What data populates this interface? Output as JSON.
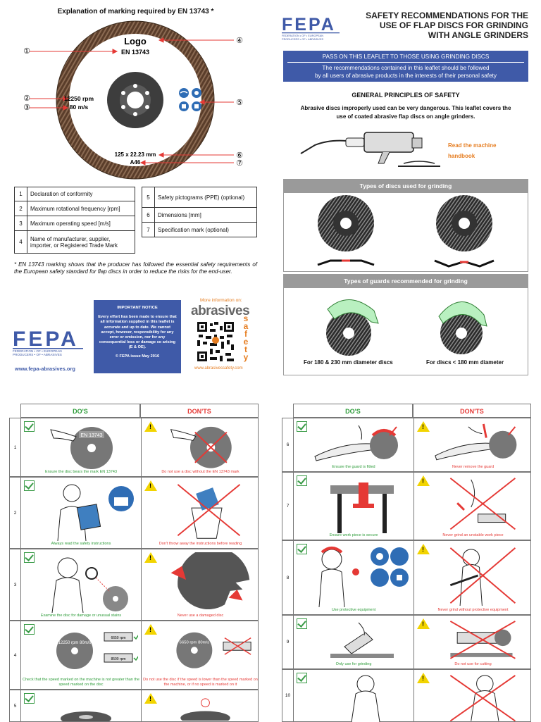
{
  "left_top": {
    "title": "Explanation of marking required by EN 13743 *",
    "disc_logo": "Logo",
    "disc_en": "EN 13743",
    "disc_rpm": "12250 rpm",
    "disc_speed": "80 m/s",
    "disc_dim": "125 x 22.23 mm",
    "disc_spec": "A46",
    "callouts": [
      "①",
      "②",
      "③",
      "④",
      "⑤",
      "⑥",
      "⑦"
    ],
    "legend": [
      {
        "n": "1",
        "text": "Declaration of conformity"
      },
      {
        "n": "2",
        "text": "Maximum rotational frequency [rpm]"
      },
      {
        "n": "3",
        "text": "Maximum operating speed [m/s]"
      },
      {
        "n": "4",
        "text": "Name of manufacturer, supplier, importer, or Registered Trade Mark"
      },
      {
        "n": "5",
        "text": "Safety pictograms (PPE) (optional)"
      },
      {
        "n": "6",
        "text": "Dimensions [mm]"
      },
      {
        "n": "7",
        "text": "Specification mark (optional)"
      }
    ],
    "footnote": "* EN 13743 marking shows that the producer has followed the essential safety requirements of the European safety standard for flap discs in order to reduce the risks for the end-user."
  },
  "fepa": {
    "logo_text": "FEPA",
    "sub1": "FEDERATION • OF • EUROPEAN",
    "sub2": "PRODUCERS • OF • ABRASIVES",
    "website": "www.fepa-abrasives.org"
  },
  "notice": {
    "title": "IMPORTANT NOTICE",
    "body": "Every effort has been made to ensure that all information supplied in this leaflet is accurate and up to date. We cannot accept, however, responsibility for any error or omission, nor for any consequential loss or damage so arising (E & OE).",
    "issue": "© FEPA issue May 2016"
  },
  "abrasives_safety": {
    "more_info": "More information on:",
    "word": "abrasives",
    "safety_letters": [
      "s",
      "a",
      "f",
      "e",
      "t",
      "y"
    ],
    "url": "www.abrasivessafety.com"
  },
  "right_top": {
    "title_lines": [
      "SAFETY RECOMMENDATIONS FOR THE",
      "USE OF FLAP DISCS FOR GRINDING",
      "WITH ANGLE GRINDERS"
    ],
    "banner_top": "PASS ON THIS LEAFLET TO THOSE USING GRINDING DISCS",
    "banner_line1": "The recommendations contained in this leaflet should be followed",
    "banner_line2": "by all users of abrasive products in the interests of their personal safety",
    "principles": "GENERAL PRINCIPLES OF SAFETY",
    "principles_line1": "Abrasive discs improperly used can be very dangerous. This leaflet covers the",
    "principles_line2": "use of coated abrasive flap discs on angle grinders.",
    "read_machine_1": "Read the machine",
    "read_machine_2": "handbook",
    "types_discs": "Types of discs used for grinding",
    "types_guards": "Types of guards recommended for grinding",
    "guard_cap_1": "For 180 & 230 mm diameter discs",
    "guard_cap_2": "For discs  < 180 mm diameter"
  },
  "dos_donts": {
    "do_header": "DO'S",
    "dont_header": "DON'TS",
    "left_rows": [
      {
        "n": "1",
        "do": "Ensure the disc bears the mark EN 13743",
        "dont": "Do not use a disc without the EN 13743 mark",
        "disc_mark": "EN 13743"
      },
      {
        "n": "2",
        "do": "Always read the safety instructions",
        "dont": "Don't throw away the instructions before reading"
      },
      {
        "n": "3",
        "do": "Examine the disc for damage or unusual stains",
        "dont": "Never use a damaged disc"
      },
      {
        "n": "4",
        "do": "Check that the speed marked on the machine is not greater than the speed marked on the disc",
        "dont": "Do not use the disc if the speed is lower than the speed marked on the machine, or if no speed is marked on it",
        "do_disc": "12250 rpm 80m/s",
        "dont_disc": "6650 rpm 80m/s",
        "machine_1": "6650 rpm",
        "machine_2": "8500 rpm"
      },
      {
        "n": "5",
        "do": "",
        "dont": ""
      }
    ],
    "right_rows": [
      {
        "n": "6",
        "do": "Ensure the guard is fitted",
        "dont": "Never remove the guard"
      },
      {
        "n": "7",
        "do": "Ensure work piece is secure",
        "dont": "Never grind an unstable work piece"
      },
      {
        "n": "8",
        "do": "Use protective equipment",
        "dont": "Never grind without protective equipment"
      },
      {
        "n": "9",
        "do": "Only use for grinding",
        "dont": "Do not use for cutting"
      },
      {
        "n": "10",
        "do": "",
        "dont": ""
      }
    ]
  },
  "colors": {
    "blue": "#3f5aa8",
    "green": "#2e9c3a",
    "red": "#e53935",
    "orange": "#e67e22",
    "grey": "#9a9a9a",
    "guard_green": "#b9f0c0"
  }
}
